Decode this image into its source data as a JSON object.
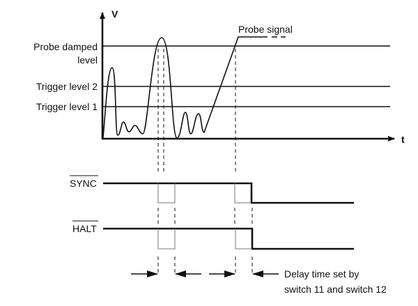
{
  "diagram": {
    "axis_v_label": "V",
    "axis_t_label": "t",
    "levels": {
      "probe_damped_line1": "Probe damped",
      "probe_damped_line2": "level",
      "trigger_2": "Trigger level 2",
      "trigger_1": "Trigger level 1"
    },
    "probe_signal_label": "Probe signal",
    "signals": {
      "sync": "SYNC",
      "halt": "HALT"
    },
    "delay_note_line1": "Delay time set by",
    "delay_note_line2": "switch 11 and switch 12"
  }
}
